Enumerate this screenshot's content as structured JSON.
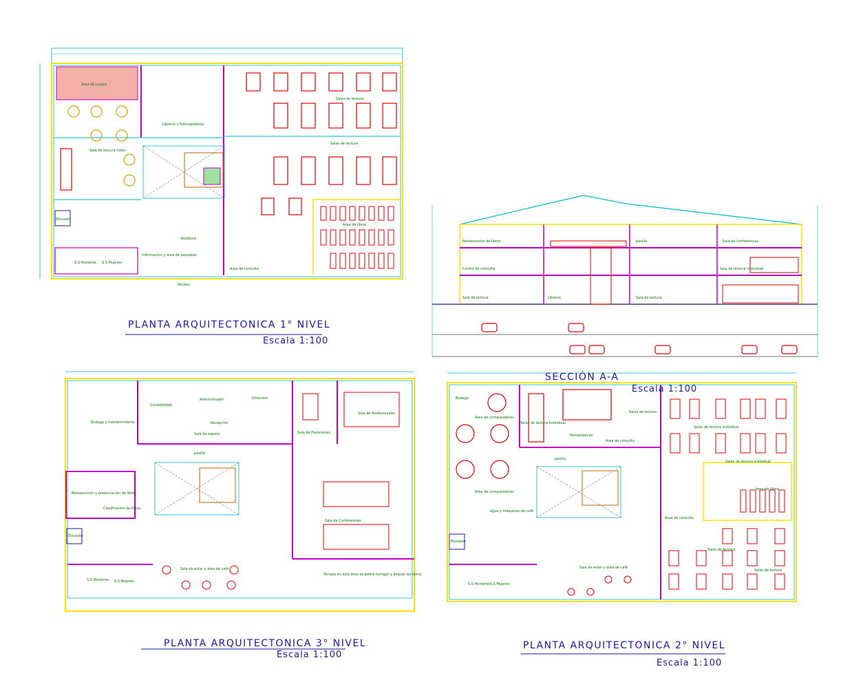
{
  "colors": {
    "wall": "#c000c0",
    "dimension": "#00b8c8",
    "frame": "#ffe000",
    "furniture": "#e00000",
    "text": "#1a1aa0",
    "plant": "#00c000",
    "label": "#007a00"
  },
  "plans": {
    "level1": {
      "title": "PLANTA ARQUITECTONICA 1° NIVEL",
      "scale": "Escala 1:100",
      "rooms": [
        "Area de juegos",
        "Sala de lectura niños",
        "Libreria y fotocopiadora",
        "Salas de lectura",
        "Salas de lectura",
        "Area de libros",
        "Vestibulo",
        "Elevador",
        "S.S Hombres",
        "S.S Mujeres",
        "Informacion y area de paquetes",
        "Area de consulta",
        "Acceso"
      ]
    },
    "level3": {
      "title": "PLANTA ARQUITECTONICA 3° NIVEL",
      "scale": "Escala 1:100",
      "rooms": [
        "Contabilidad",
        "Administrador",
        "Dirección",
        "Recepción",
        "Sala de espera",
        "Sala de Planiciones",
        "Sala de Audiovisuales",
        "Bodega y mantenimiento",
        "Restauración y preservación de libros",
        "Clasificación de libros",
        "pasillo",
        "Sala de Conferencias",
        "Elevador",
        "Sala de estar y área de café",
        "S.S Hombres",
        "S.S Mujeres",
        "Terraza en esta área se podrá fumigar y limpiar los libros"
      ]
    },
    "level2": {
      "title": "PLANTA ARQUITECTONICA 2° NIVEL",
      "scale": "Escala 1:100",
      "rooms": [
        "Bodega",
        "Area de computadoras",
        "Salas de lectura individual",
        "Hemerotecas",
        "Salas de lectura",
        "Salas de lectura individual",
        "Salas de lectura individual",
        "Area de consulta",
        "Area de libros",
        "Area de computadoras",
        "agua y máquinas de café",
        "pasillo",
        "Elevador",
        "S.S Hombres",
        "S.S Mujeres",
        "Sala de estar y área de café",
        "Area de consulta",
        "Salas de lectura",
        "Salas de lectura"
      ]
    },
    "section": {
      "title": "SECCIÓN A-A",
      "scale": "Escala 1:100",
      "labels": [
        "Restauración de libros",
        "Centro de consulta",
        "Sala de lectura",
        "Librería",
        "pasillo",
        "Sala de conferencias",
        "Sala de lectura individual",
        "Sala de lectura"
      ]
    }
  }
}
